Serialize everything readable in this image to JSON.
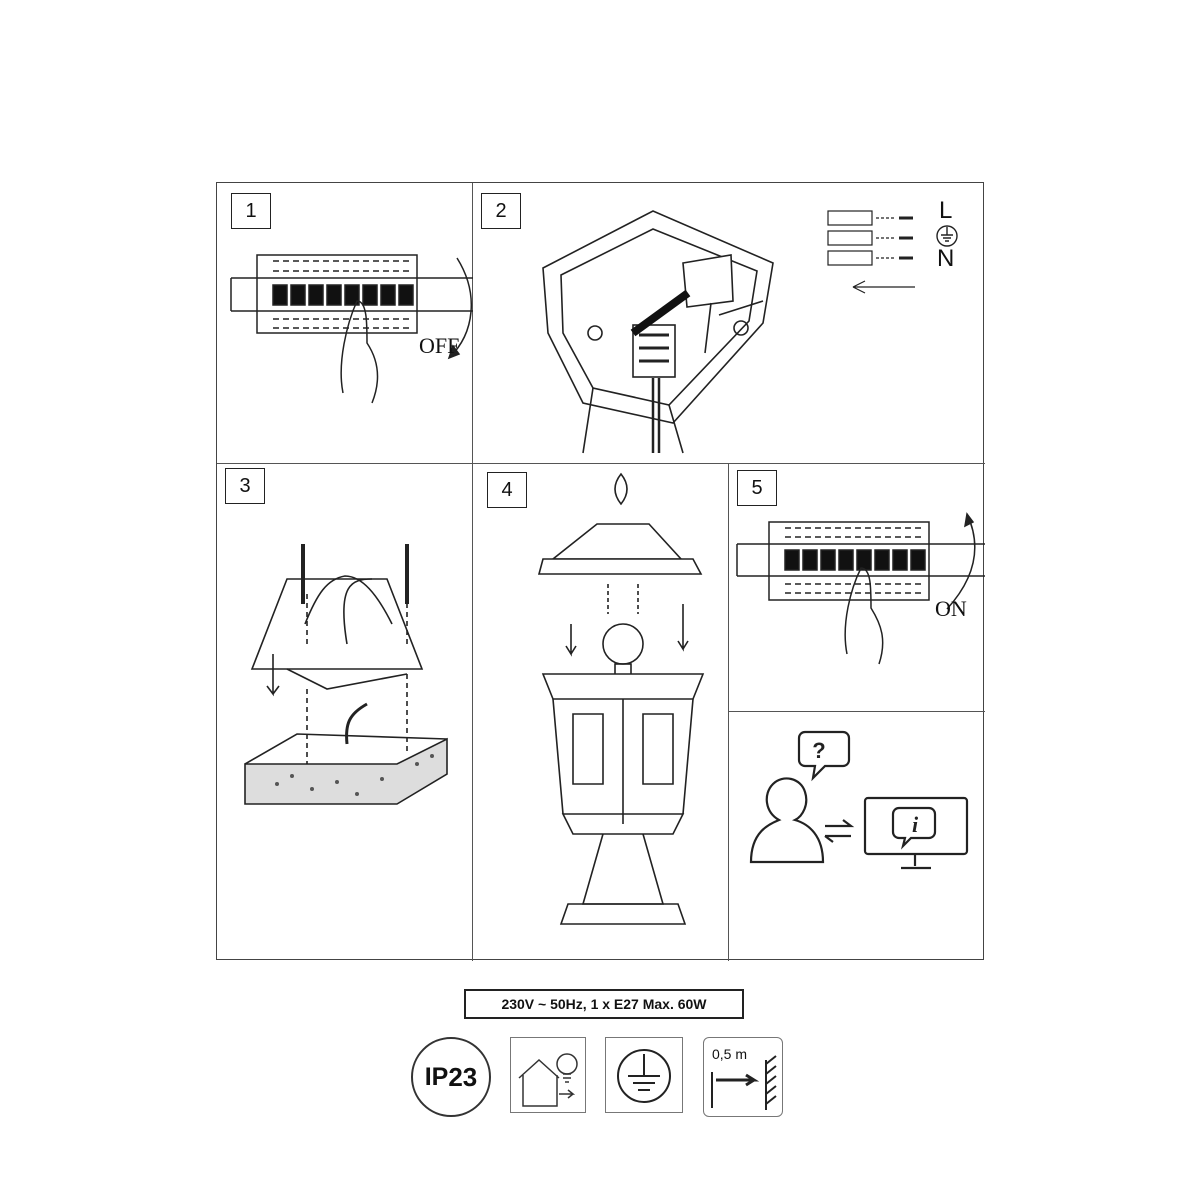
{
  "steps": [
    {
      "number": "1",
      "label": "OFF"
    },
    {
      "number": "2",
      "wiring": {
        "live": "L",
        "neutral": "N",
        "earth_icon": "earth-symbol-icon"
      }
    },
    {
      "number": "3"
    },
    {
      "number": "4"
    },
    {
      "number": "5",
      "label": "ON"
    }
  ],
  "info_panel": {
    "question_icon": "question-bubble-icon",
    "info_icon": "info-bubble-icon",
    "exchange_icon": "exchange-arrows-icon"
  },
  "spec_text": "230V ~ 50Hz, 1 x E27 Max. 60W",
  "icons": {
    "ip_rating": {
      "prefix": "IP",
      "digits": "23"
    },
    "outdoor": "outdoor-house-bulb-icon",
    "earth": "protective-earth-icon",
    "distance": {
      "value": "0,5 m"
    }
  }
}
